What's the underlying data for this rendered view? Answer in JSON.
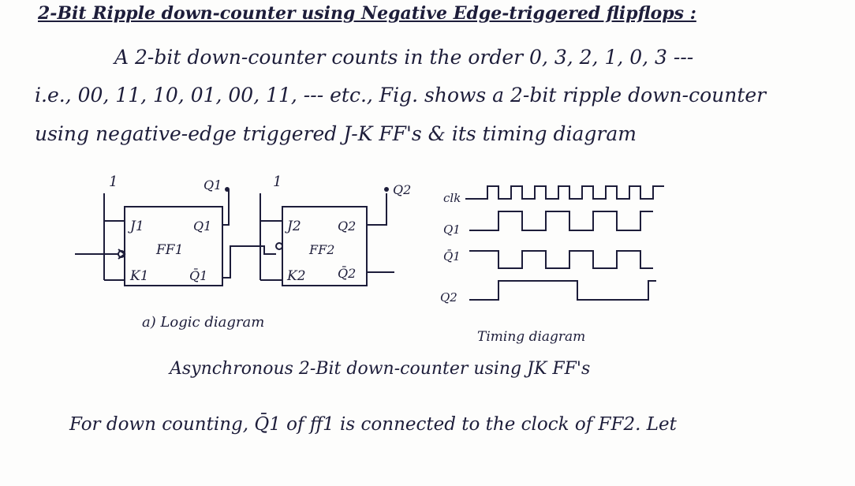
{
  "title": "2-Bit Ripple down-counter using Negative Edge-triggered flipflops :",
  "paragraph": [
    "A 2-bit down-counter counts in the order 0, 3, 2, 1, 0, 3 ---",
    "i.e., 00, 11, 10, 01, 00, 11, --- etc., Fig. shows a 2-bit ripple down-counter",
    "using negative-edge triggered J-K FF's & its timing diagram"
  ],
  "logic_diagram": {
    "high_input_1": "1",
    "high_input_2": "1",
    "ff1": {
      "name": "FF1",
      "j": "J1",
      "k": "K1",
      "q": "Q1",
      "qbar": "Q̄1"
    },
    "ff2": {
      "name": "FF2",
      "j": "J2",
      "k": "K2",
      "q": "Q2",
      "qbar": "Q̄2"
    },
    "q1_out": "Q1",
    "q2_out": "Q2",
    "caption": "a) Logic diagram"
  },
  "timing_diagram": {
    "signals": [
      "clk",
      "Q1",
      "Q̄1",
      "Q2"
    ],
    "caption": "Timing diagram"
  },
  "figure_caption": "Asynchronous 2-Bit down-counter using JK FF's",
  "closing_line": "For down counting, Q̄1 of ff1 is connected to the clock of FF2. Let"
}
